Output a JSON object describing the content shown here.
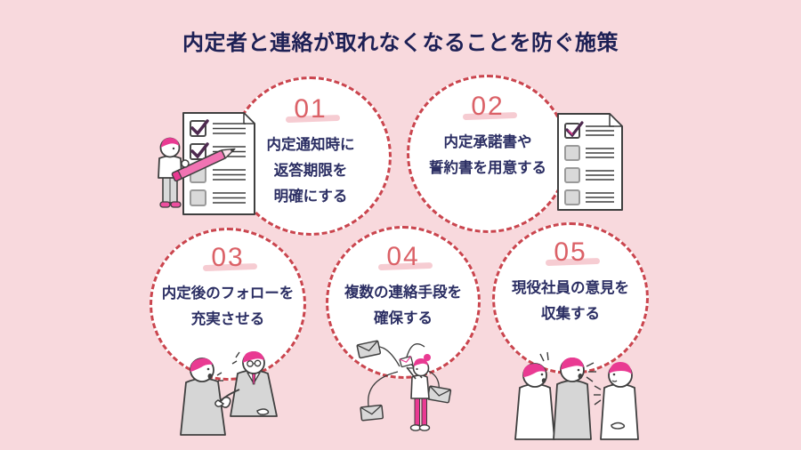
{
  "title": "内定者と連絡が取れなくなることを防ぐ施策",
  "theme": {
    "background_color": "#f8d9dd",
    "title_color": "#1d2055",
    "body_text_color": "#2b2e63",
    "circle_fill": "#ffffff",
    "circle_dash_color": "#ca454e",
    "number_color": "#db6167",
    "number_underline_color": "#f5c3ca",
    "illustration_pink": "#e93a92",
    "illustration_gray": "#d8d8d8",
    "illustration_outline": "#3f3f3f"
  },
  "items": [
    {
      "number": "01",
      "lines": [
        "内定通知時に",
        "返答期限を",
        "明確にする"
      ]
    },
    {
      "number": "02",
      "lines": [
        "内定承諾書や",
        "誓約書を用意する"
      ]
    },
    {
      "number": "03",
      "lines": [
        "内定後のフォローを",
        "充実させる"
      ]
    },
    {
      "number": "04",
      "lines": [
        "複数の連絡手段を",
        "確保する"
      ]
    },
    {
      "number": "05",
      "lines": [
        "現役社員の意見を",
        "収集する"
      ]
    }
  ],
  "illustrations": [
    "person-checking-checklist",
    "checklist-document",
    "two-people-talking",
    "person-juggling-envelopes",
    "three-people-talking"
  ]
}
